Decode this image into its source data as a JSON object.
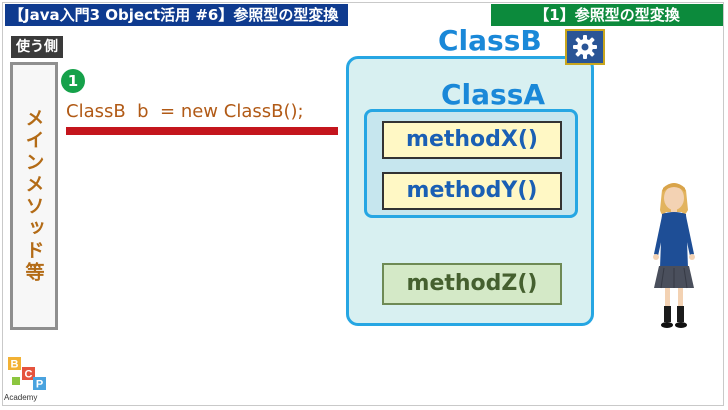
{
  "header": {
    "title": "【Java入門3 Object活用 #6】参照型の型変換",
    "section": "【1】参照型の型変換"
  },
  "caller": {
    "label": "使う側",
    "box_text": "メインメソッド等"
  },
  "step": {
    "badge": "1",
    "code": "ClassB  b  = new ClassB();"
  },
  "classB": {
    "name": "ClassB",
    "icon": "gear-icon"
  },
  "classA": {
    "name": "ClassA",
    "methods": [
      "methodX()",
      "methodY()"
    ]
  },
  "classB_method": "methodZ()",
  "logo": {
    "letters": [
      "B",
      "C",
      "P"
    ],
    "text": "Academy"
  },
  "colors": {
    "title_bg": "#0f3b8f",
    "section_bg": "#0c8a3c",
    "class_border": "#26a6e3",
    "highlight_bar": "#c4151d",
    "code_text": "#b15a16"
  }
}
